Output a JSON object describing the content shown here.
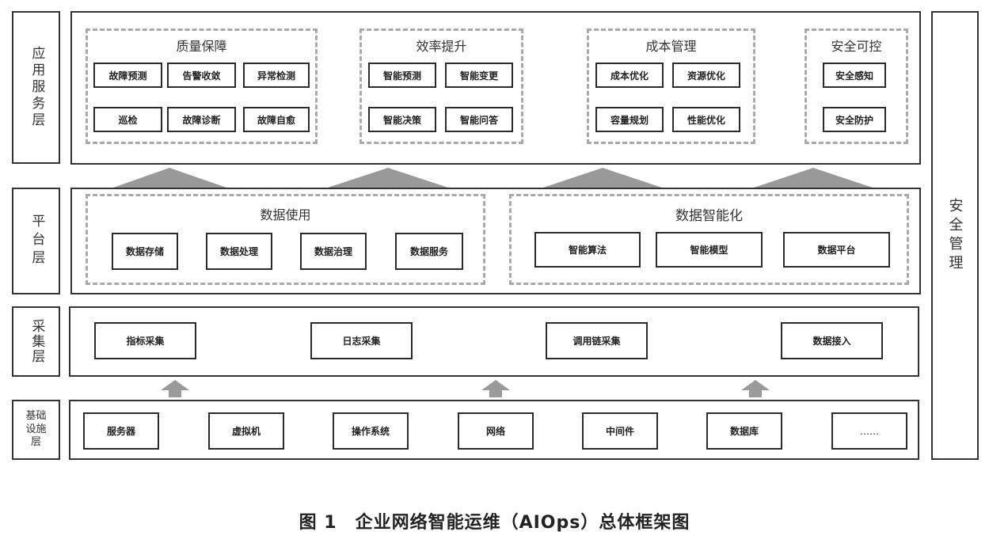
{
  "layers": {
    "app": "应用服务层",
    "platform": "平台层",
    "collect": "采集层",
    "infra": [
      "基础",
      "设施",
      "层"
    ]
  },
  "security": "安全管理",
  "app_groups": [
    {
      "title": "质量保障",
      "items": [
        "故障预测",
        "告警收敛",
        "异常检测",
        "巡检",
        "故障诊断",
        "故障自愈"
      ]
    },
    {
      "title": "效率提升",
      "items": [
        "智能预测",
        "智能变更",
        "智能决策",
        "智能问答"
      ]
    },
    {
      "title": "成本管理",
      "items": [
        "成本优化",
        "资源优化",
        "容量规划",
        "性能优化"
      ]
    },
    {
      "title": "安全可控",
      "items": [
        "安全感知",
        "安全防护"
      ]
    }
  ],
  "platform_groups": [
    {
      "title": "数据使用",
      "items": [
        "数据存储",
        "数据处理",
        "数据治理",
        "数据服务"
      ]
    },
    {
      "title": "数据智能化",
      "items": [
        "智能算法",
        "智能模型",
        "数据平台"
      ]
    }
  ],
  "collect_items": [
    "指标采集",
    "日志采集",
    "调用链采集",
    "数据接入"
  ],
  "infra_items": [
    "服务器",
    "虚拟机",
    "操作系统",
    "网络",
    "中间件",
    "数据库",
    "……"
  ],
  "caption": "图 1　企业网络智能运维（AIOps）总体框架图"
}
